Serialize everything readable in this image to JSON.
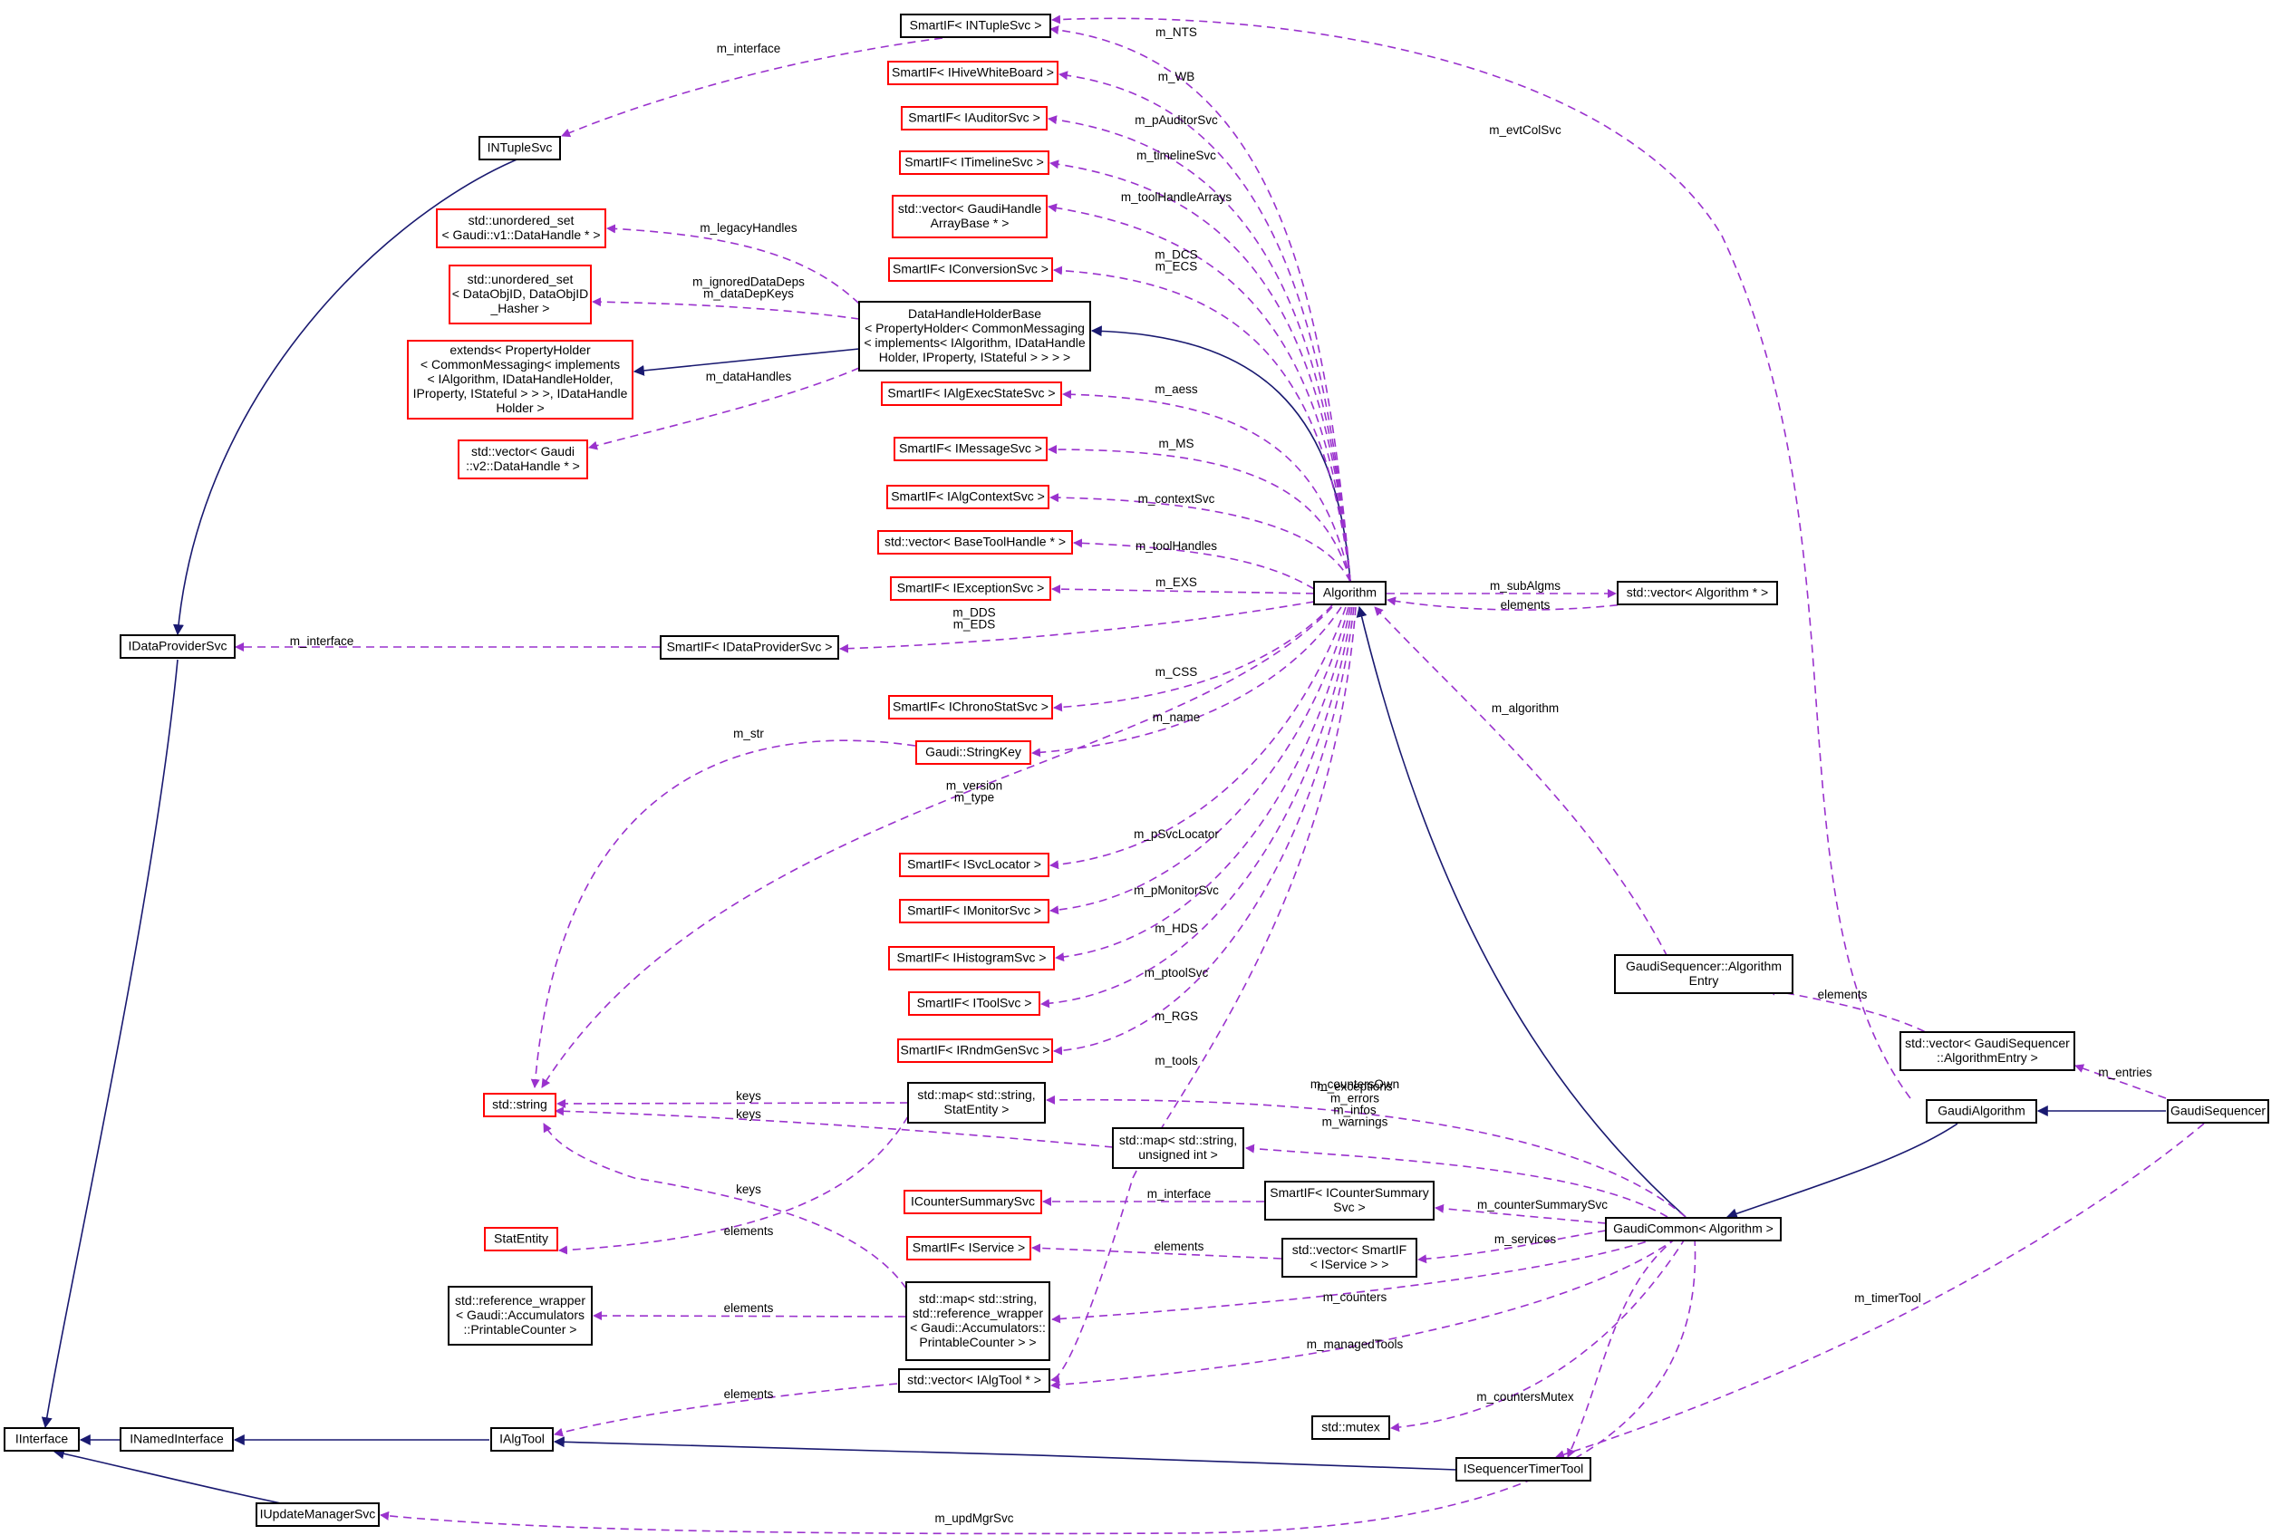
{
  "colors": {
    "node_border_external": "#ff0000",
    "node_border_documented": "#000000",
    "selected_fill": "#bfbfbf",
    "inheritance_edge": "#191970",
    "usage_edge": "#9a32cd"
  },
  "nodes": [
    {
      "id": "smartif-intuplesvc",
      "lines": [
        "SmartIF< INTupleSvc >"
      ],
      "style": "doc"
    },
    {
      "id": "smartif-ihivewhiteboard",
      "lines": [
        "SmartIF< IHiveWhiteBoard >"
      ],
      "style": "ext"
    },
    {
      "id": "smartif-iauditorsvc",
      "lines": [
        "SmartIF< IAuditorSvc >"
      ],
      "style": "ext"
    },
    {
      "id": "smartif-itimelinesvc",
      "lines": [
        "SmartIF< ITimelineSvc >"
      ],
      "style": "ext"
    },
    {
      "id": "vector-gaudihandlearraybase",
      "lines": [
        "std::vector< GaudiHandle",
        "ArrayBase * >"
      ],
      "style": "ext"
    },
    {
      "id": "smartif-iconversionsvc",
      "lines": [
        "SmartIF< IConversionSvc >"
      ],
      "style": "ext"
    },
    {
      "id": "intuplesvc",
      "lines": [
        "INTupleSvc"
      ],
      "style": "doc"
    },
    {
      "id": "unordered-set-datahandle",
      "lines": [
        "std::unordered_set",
        "< Gaudi::v1::DataHandle * >"
      ],
      "style": "ext"
    },
    {
      "id": "unordered-set-dataobjid",
      "lines": [
        "std::unordered_set",
        "< DataObjID, DataObjID",
        "_Hasher >"
      ],
      "style": "ext"
    },
    {
      "id": "datahandleholderbase",
      "lines": [
        "DataHandleHolderBase",
        "< PropertyHolder< CommonMessaging",
        "< implements< IAlgorithm, IDataHandle",
        "Holder, IProperty, IStateful > > > >"
      ],
      "style": "doc"
    },
    {
      "id": "extends-propertyholder",
      "lines": [
        "extends< PropertyHolder",
        "< CommonMessaging< implements",
        "< IAlgorithm, IDataHandleHolder,",
        "IProperty, IStateful > > >, IDataHandle",
        "Holder >"
      ],
      "style": "ext"
    },
    {
      "id": "smartif-ialgexecstatesvc",
      "lines": [
        "SmartIF< IAlgExecStateSvc >"
      ],
      "style": "ext"
    },
    {
      "id": "vector-gaudi-v2-datahandle",
      "lines": [
        "std::vector< Gaudi",
        "::v2::DataHandle * >"
      ],
      "style": "ext"
    },
    {
      "id": "smartif-imessagesvc",
      "lines": [
        "SmartIF< IMessageSvc >"
      ],
      "style": "ext"
    },
    {
      "id": "smartif-ialgcontextsvc",
      "lines": [
        "SmartIF< IAlgContextSvc >"
      ],
      "style": "ext"
    },
    {
      "id": "vector-basetoolhandle",
      "lines": [
        "std::vector< BaseToolHandle * >"
      ],
      "style": "ext"
    },
    {
      "id": "smartif-iexceptionsvc",
      "lines": [
        "SmartIF< IExceptionSvc >"
      ],
      "style": "ext"
    },
    {
      "id": "algorithm",
      "lines": [
        "Algorithm"
      ],
      "style": "doc"
    },
    {
      "id": "vector-algorithm",
      "lines": [
        "std::vector< Algorithm * >"
      ],
      "style": "doc"
    },
    {
      "id": "idataprovidersvc",
      "lines": [
        "IDataProviderSvc"
      ],
      "style": "doc"
    },
    {
      "id": "smartif-idataprovidersvc",
      "lines": [
        "SmartIF< IDataProviderSvc >"
      ],
      "style": "doc"
    },
    {
      "id": "smartif-ichronostatsvc",
      "lines": [
        "SmartIF< IChronoStatSvc >"
      ],
      "style": "ext"
    },
    {
      "id": "gaudi-stringkey",
      "lines": [
        "Gaudi::StringKey"
      ],
      "style": "ext"
    },
    {
      "id": "smartif-isvclocator",
      "lines": [
        "SmartIF< ISvcLocator >"
      ],
      "style": "ext"
    },
    {
      "id": "smartif-imonitorsvc",
      "lines": [
        "SmartIF< IMonitorSvc >"
      ],
      "style": "ext"
    },
    {
      "id": "smartif-ihistogramsvc",
      "lines": [
        "SmartIF< IHistogramSvc >"
      ],
      "style": "ext"
    },
    {
      "id": "gaudisequencer-algorithmentry",
      "lines": [
        "GaudiSequencer::Algorithm",
        "Entry"
      ],
      "style": "doc"
    },
    {
      "id": "smartif-itoolsvc",
      "lines": [
        "SmartIF< IToolSvc >"
      ],
      "style": "ext"
    },
    {
      "id": "smartif-irndmgensvc",
      "lines": [
        "SmartIF< IRndmGenSvc >"
      ],
      "style": "ext"
    },
    {
      "id": "vector-algorithmentry",
      "lines": [
        "std::vector< GaudiSequencer",
        "::AlgorithmEntry >"
      ],
      "style": "doc"
    },
    {
      "id": "std-string",
      "lines": [
        "std::string"
      ],
      "style": "ext"
    },
    {
      "id": "map-statentity",
      "lines": [
        "std::map< std::string,",
        "StatEntity >"
      ],
      "style": "doc"
    },
    {
      "id": "gaudialgorithm",
      "lines": [
        "GaudiAlgorithm"
      ],
      "style": "doc"
    },
    {
      "id": "gaudisequencer",
      "lines": [
        "GaudiSequencer"
      ],
      "style": "selected"
    },
    {
      "id": "map-unsigned-int",
      "lines": [
        "std::map< std::string,",
        "unsigned int >"
      ],
      "style": "doc"
    },
    {
      "id": "icountersummarysvc",
      "lines": [
        "ICounterSummarySvc"
      ],
      "style": "ext"
    },
    {
      "id": "smartif-icountersummarysvc",
      "lines": [
        "SmartIF< ICounterSummary",
        "Svc >"
      ],
      "style": "doc"
    },
    {
      "id": "gaudicommon",
      "lines": [
        "GaudiCommon< Algorithm >"
      ],
      "style": "doc"
    },
    {
      "id": "statentity",
      "lines": [
        "StatEntity"
      ],
      "style": "ext"
    },
    {
      "id": "smartif-iservice",
      "lines": [
        "SmartIF< IService >"
      ],
      "style": "ext"
    },
    {
      "id": "vector-smartif-iservice",
      "lines": [
        "std::vector< SmartIF",
        "< IService > >"
      ],
      "style": "doc"
    },
    {
      "id": "reference-wrapper-printablecounter",
      "lines": [
        "std::reference_wrapper",
        "< Gaudi::Accumulators",
        "::PrintableCounter >"
      ],
      "style": "doc"
    },
    {
      "id": "map-reference-wrapper",
      "lines": [
        "std::map< std::string,",
        "std::reference_wrapper",
        "< Gaudi::Accumulators::",
        "PrintableCounter > >"
      ],
      "style": "doc"
    },
    {
      "id": "vector-ialgtool",
      "lines": [
        "std::vector< IAlgTool * >"
      ],
      "style": "doc"
    },
    {
      "id": "std-mutex",
      "lines": [
        "std::mutex"
      ],
      "style": "doc"
    },
    {
      "id": "iinterface",
      "lines": [
        "IInterface"
      ],
      "style": "doc"
    },
    {
      "id": "inamedinterface",
      "lines": [
        "INamedInterface"
      ],
      "style": "doc"
    },
    {
      "id": "ialgtool",
      "lines": [
        "IAlgTool"
      ],
      "style": "doc"
    },
    {
      "id": "isequencertimertool",
      "lines": [
        "ISequencerTimerTool"
      ],
      "style": "doc"
    },
    {
      "id": "iupdatemanagersvc",
      "lines": [
        "IUpdateManagerSvc"
      ],
      "style": "doc"
    }
  ],
  "edge_labels": [
    {
      "id": "m-interface-ntuple",
      "lines": [
        "m_interface"
      ]
    },
    {
      "id": "m-nts",
      "lines": [
        "m_NTS"
      ]
    },
    {
      "id": "m-wb",
      "lines": [
        "m_WB"
      ]
    },
    {
      "id": "m-evtcolsvc",
      "lines": [
        "m_evtColSvc"
      ]
    },
    {
      "id": "m-pauditorsvc",
      "lines": [
        "m_pAuditorSvc"
      ]
    },
    {
      "id": "m-timelinesvc",
      "lines": [
        "m_timelineSvc"
      ]
    },
    {
      "id": "m-toolhandlearrays",
      "lines": [
        "m_toolHandleArrays"
      ]
    },
    {
      "id": "m-legacyhandles",
      "lines": [
        "m_legacyHandles"
      ]
    },
    {
      "id": "m-dcs-ecs",
      "lines": [
        "m_DCS",
        "m_ECS"
      ]
    },
    {
      "id": "m-ignoreddatadeps",
      "lines": [
        "m_ignoredDataDeps",
        "m_dataDepKeys"
      ]
    },
    {
      "id": "m-datahandles",
      "lines": [
        "m_dataHandles"
      ]
    },
    {
      "id": "m-aess",
      "lines": [
        "m_aess"
      ]
    },
    {
      "id": "m-ms",
      "lines": [
        "m_MS"
      ]
    },
    {
      "id": "m-contextsvc",
      "lines": [
        "m_contextSvc"
      ]
    },
    {
      "id": "m-toolhandles",
      "lines": [
        "m_toolHandles"
      ]
    },
    {
      "id": "m-exs",
      "lines": [
        "m_EXS"
      ]
    },
    {
      "id": "m-subalgms",
      "lines": [
        "m_subAlgms"
      ]
    },
    {
      "id": "elements-subalgms",
      "lines": [
        "elements"
      ]
    },
    {
      "id": "m-interface-dataprovider",
      "lines": [
        "m_interface"
      ]
    },
    {
      "id": "m-dds-eds",
      "lines": [
        "m_DDS",
        "m_EDS"
      ]
    },
    {
      "id": "m-css",
      "lines": [
        "m_CSS"
      ]
    },
    {
      "id": "m-algorithm",
      "lines": [
        "m_algorithm"
      ]
    },
    {
      "id": "m-name",
      "lines": [
        "m_name"
      ]
    },
    {
      "id": "m-str",
      "lines": [
        "m_str"
      ]
    },
    {
      "id": "m-version-type",
      "lines": [
        "m_version",
        "m_type"
      ]
    },
    {
      "id": "m-psvclocator",
      "lines": [
        "m_pSvcLocator"
      ]
    },
    {
      "id": "m-pmonitorsvc",
      "lines": [
        "m_pMonitorSvc"
      ]
    },
    {
      "id": "m-hds",
      "lines": [
        "m_HDS"
      ]
    },
    {
      "id": "m-ptoolsvc",
      "lines": [
        "m_ptoolSvc"
      ]
    },
    {
      "id": "elements-algorithmentry",
      "lines": [
        "elements"
      ]
    },
    {
      "id": "m-rgs",
      "lines": [
        "m_RGS"
      ]
    },
    {
      "id": "m-tools",
      "lines": [
        "m_tools"
      ]
    },
    {
      "id": "m-entries",
      "lines": [
        "m_entries"
      ]
    },
    {
      "id": "m-countersown",
      "lines": [
        "m_countersOwn"
      ]
    },
    {
      "id": "keys-statentity",
      "lines": [
        "keys"
      ]
    },
    {
      "id": "m-exceptions",
      "lines": [
        "m_exceptions",
        "m_errors",
        "m_infos",
        "m_warnings"
      ]
    },
    {
      "id": "keys-unsigned",
      "lines": [
        "keys"
      ]
    },
    {
      "id": "keys-reference",
      "lines": [
        "keys"
      ]
    },
    {
      "id": "m-interface-countersummary",
      "lines": [
        "m_interface"
      ]
    },
    {
      "id": "m-countersummarysvc",
      "lines": [
        "m_counterSummarySvc"
      ]
    },
    {
      "id": "elements-statentity",
      "lines": [
        "elements"
      ]
    },
    {
      "id": "elements-iservice",
      "lines": [
        "elements"
      ]
    },
    {
      "id": "m-services",
      "lines": [
        "m_services"
      ]
    },
    {
      "id": "m-timertool",
      "lines": [
        "m_timerTool"
      ]
    },
    {
      "id": "m-counters",
      "lines": [
        "m_counters"
      ]
    },
    {
      "id": "elements-printablecounter",
      "lines": [
        "elements"
      ]
    },
    {
      "id": "m-managedtools",
      "lines": [
        "m_managedTools"
      ]
    },
    {
      "id": "elements-ialgtool",
      "lines": [
        "elements"
      ]
    },
    {
      "id": "m-countersmutex",
      "lines": [
        "m_countersMutex"
      ]
    },
    {
      "id": "m-updmgrsvc",
      "lines": [
        "m_updMgrSvc"
      ]
    }
  ]
}
